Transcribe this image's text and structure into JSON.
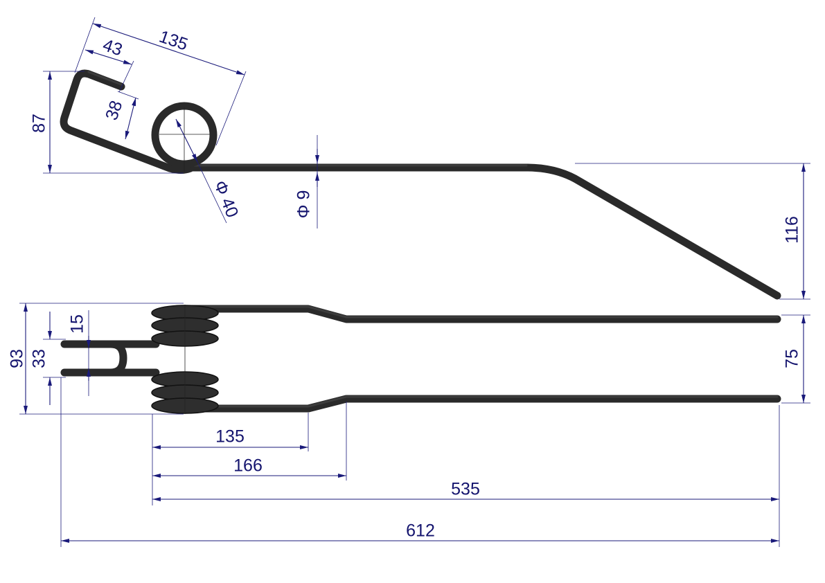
{
  "title": "Spring tine technical drawing",
  "colors": {
    "part": "#2a2a2a",
    "dimension": "#1a1a7a"
  },
  "top_view": {
    "dims": {
      "overall_angle": "135",
      "hook_length": "43",
      "hook_offset": "38",
      "hook_height": "87",
      "loop_diameter": "Φ 40",
      "wire_diameter": "Φ 9",
      "tip_drop": "116"
    }
  },
  "front_view": {
    "dims": {
      "overall_width": "93",
      "inner_gap": "33",
      "u_width": "15",
      "tine_spacing": "75",
      "bend_start": "135",
      "bend_end": "166",
      "tine_length": "535",
      "overall_length": "612"
    }
  }
}
